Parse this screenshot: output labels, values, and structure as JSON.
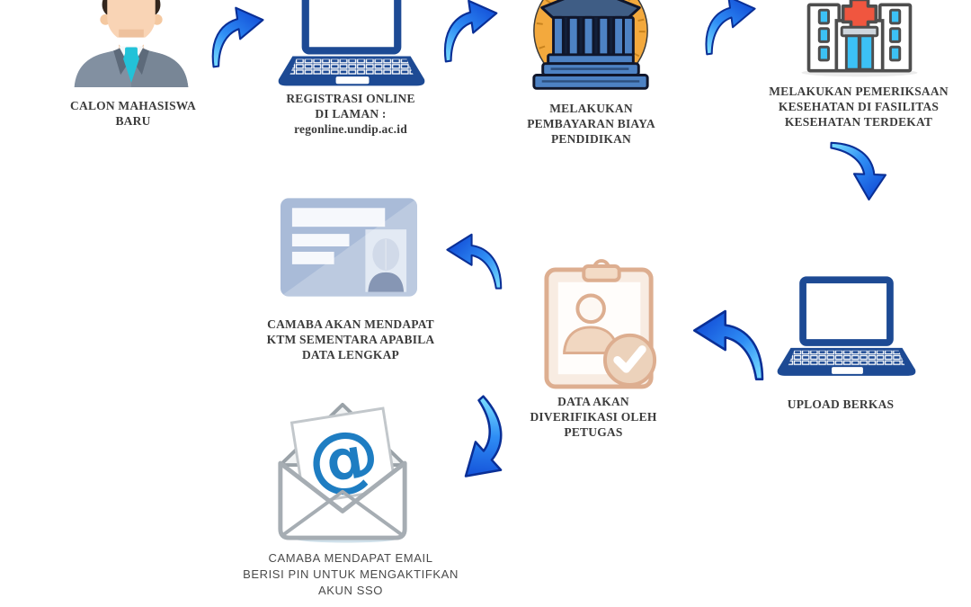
{
  "diagram": {
    "subject": "Alur registrasi online mahasiswa baru Undip",
    "at_symbol": "@",
    "steps": [
      {
        "id": "calon-mahasiswa",
        "icon": "student-icon",
        "lines": [
          "CALON MAHASISWA",
          "BARU"
        ]
      },
      {
        "id": "registrasi-online",
        "icon": "laptop-icon",
        "lines": [
          "REGISTRASI ONLINE",
          "DI LAMAN :",
          "regonline.undip.ac.id"
        ]
      },
      {
        "id": "pembayaran",
        "icon": "bank-icon",
        "lines": [
          "MELAKUKAN",
          "PEMBAYARAN BIAYA",
          "PENDIDIKAN"
        ]
      },
      {
        "id": "pemeriksaan-kesehatan",
        "icon": "hospital-icon",
        "lines": [
          "MELAKUKAN PEMERIKSAAN",
          "KESEHATAN DI FASILITAS",
          "KESEHATAN TERDEKAT"
        ]
      },
      {
        "id": "upload-berkas",
        "icon": "laptop-icon",
        "lines": [
          "UPLOAD BERKAS"
        ]
      },
      {
        "id": "verifikasi",
        "icon": "clipboard-check-icon",
        "lines": [
          "DATA AKAN",
          "DIVERIFIKASI OLEH",
          "PETUGAS"
        ]
      },
      {
        "id": "ktm-sementara",
        "icon": "id-card-icon",
        "lines": [
          "CAMABA AKAN MENDAPAT",
          "KTM SEMENTARA APABILA",
          "DATA LENGKAP"
        ]
      },
      {
        "id": "email-pin",
        "icon": "email-at-icon",
        "lines": [
          "CAMABA MENDAPAT EMAIL",
          "BERISI PIN UNTUK MENGAKTIFKAN",
          "AKUN SSO"
        ]
      }
    ],
    "arrows": [
      {
        "from": "calon-mahasiswa",
        "to": "registrasi-online",
        "direction": "right"
      },
      {
        "from": "registrasi-online",
        "to": "pembayaran",
        "direction": "right"
      },
      {
        "from": "pembayaran",
        "to": "pemeriksaan-kesehatan",
        "direction": "right"
      },
      {
        "from": "pemeriksaan-kesehatan",
        "to": "upload-berkas",
        "direction": "down"
      },
      {
        "from": "upload-berkas",
        "to": "verifikasi",
        "direction": "left"
      },
      {
        "from": "verifikasi",
        "to": "ktm-sementara",
        "direction": "left"
      },
      {
        "from": "ktm-sementara",
        "to": "email-pin",
        "direction": "down-left"
      }
    ],
    "colors": {
      "arrow_blue": "#1f6fe8",
      "arrow_cyan": "#6fdcff",
      "arrow_outline": "#0a2f96",
      "laptop_navy": "#1d4a94",
      "bank_orange": "#f3a93d",
      "bank_blue": "#4d82c4",
      "hospital_red": "#f0563f",
      "hospital_window_blue": "#3cc1f5",
      "card_blue": "#a9bbd8",
      "clipboard_peach": "#ddae90",
      "email_at_blue": "#1e7dc2",
      "tie_teal": "#23c2d8",
      "suit_gray": "#8290a1",
      "label_color": "#3c3c3c"
    }
  }
}
